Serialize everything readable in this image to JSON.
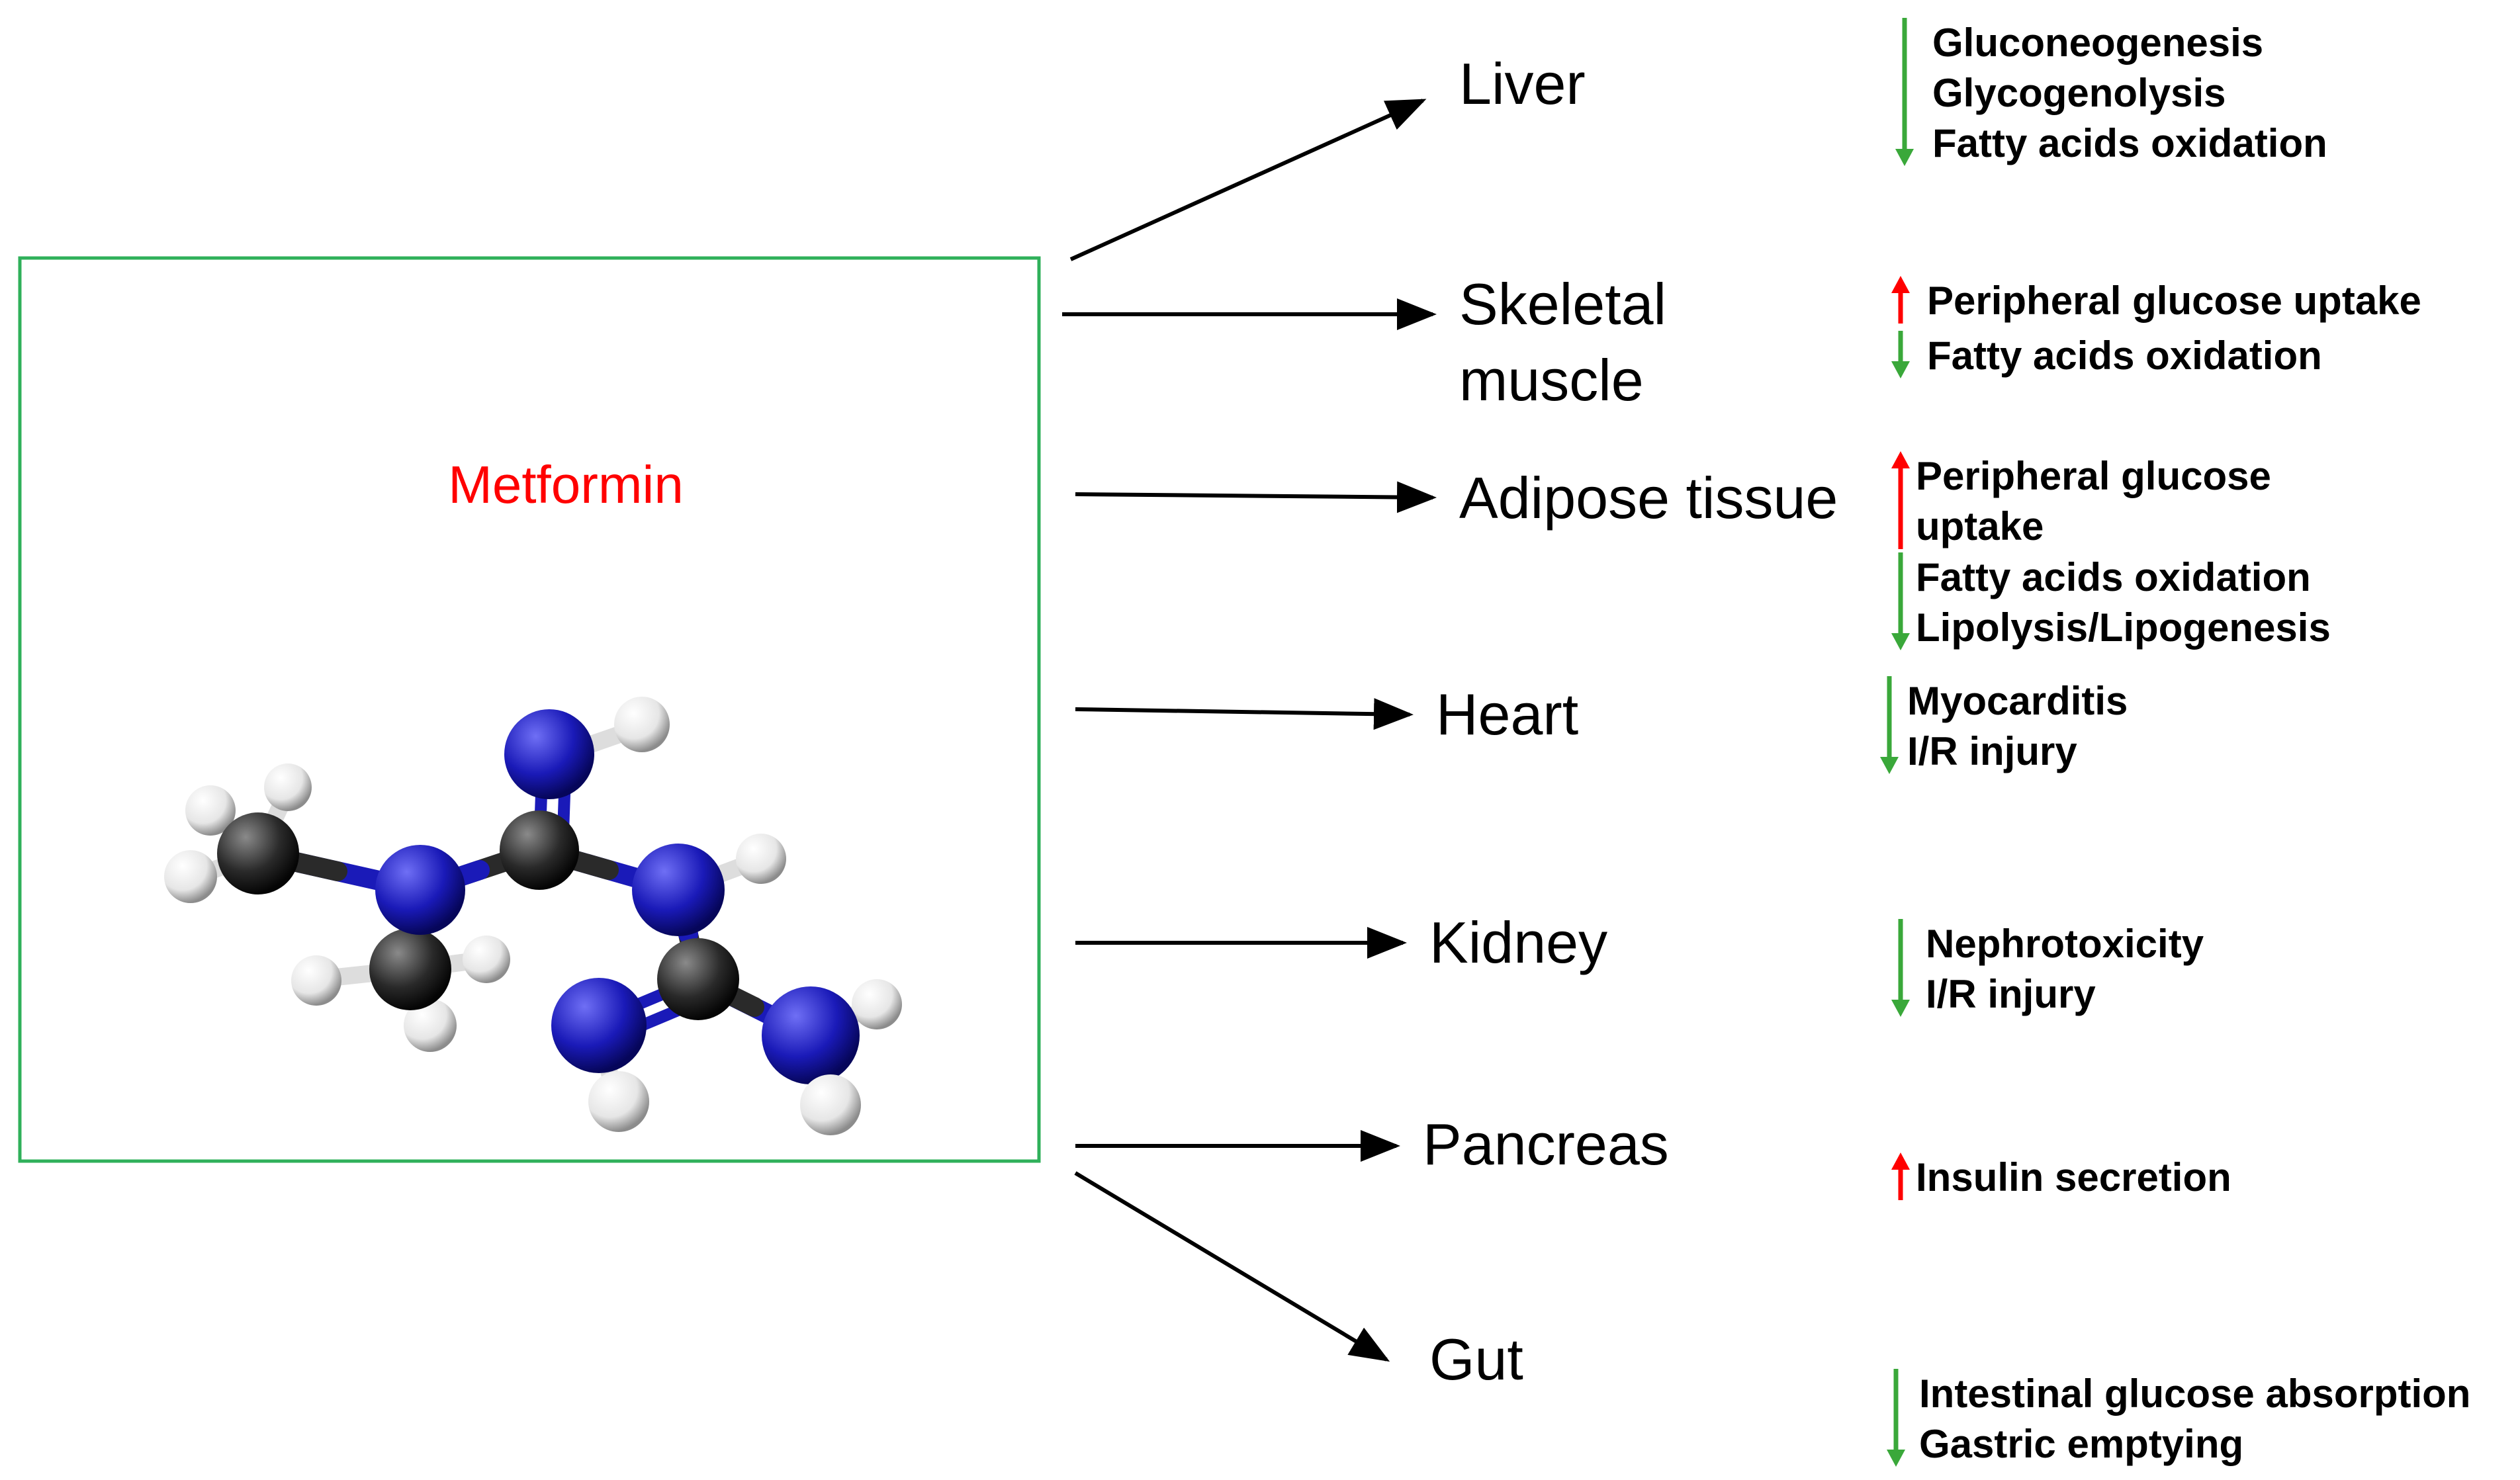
{
  "colors": {
    "box_border": "#2fb05a",
    "drug_label": "#ff0000",
    "increase_arrow": "#ff0000",
    "decrease_arrow": "#3aa83a",
    "nitrogen": "#1414b4",
    "carbon": "#2a2a2a",
    "hydrogen": "#f2f2f2"
  },
  "drug": {
    "name": "Metformin",
    "molecule_icon": "metformin-ball-and-stick-model"
  },
  "organs": [
    {
      "name_lines": [
        "Liver"
      ],
      "effects": [
        {
          "direction": "down",
          "lines": [
            "Gluconeogenesis",
            "Glycogenolysis",
            "Fatty acids oxidation"
          ]
        }
      ]
    },
    {
      "name_lines": [
        "Skeletal",
        "muscle"
      ],
      "effects": [
        {
          "direction": "up",
          "lines": [
            "Peripheral glucose uptake"
          ]
        },
        {
          "direction": "down",
          "lines": [
            "Fatty acids oxidation"
          ]
        }
      ]
    },
    {
      "name_lines": [
        "Adipose tissue"
      ],
      "effects": [
        {
          "direction": "up",
          "lines": [
            "Peripheral glucose",
            "uptake"
          ]
        },
        {
          "direction": "down",
          "lines": [
            "Fatty acids oxidation",
            "Lipolysis/Lipogenesis"
          ]
        }
      ]
    },
    {
      "name_lines": [
        "Heart"
      ],
      "effects": [
        {
          "direction": "down",
          "lines": [
            "Myocarditis",
            "I/R injury"
          ]
        }
      ]
    },
    {
      "name_lines": [
        "Kidney"
      ],
      "effects": [
        {
          "direction": "down",
          "lines": [
            "Nephrotoxicity",
            "I/R injury"
          ]
        }
      ]
    },
    {
      "name_lines": [
        "Pancreas"
      ],
      "effects": [
        {
          "direction": "up",
          "lines": [
            "Insulin secretion"
          ]
        }
      ]
    },
    {
      "name_lines": [
        "Gut"
      ],
      "effects": [
        {
          "direction": "down",
          "lines": [
            "Intestinal glucose absorption",
            "Gastric emptying"
          ]
        }
      ]
    }
  ]
}
